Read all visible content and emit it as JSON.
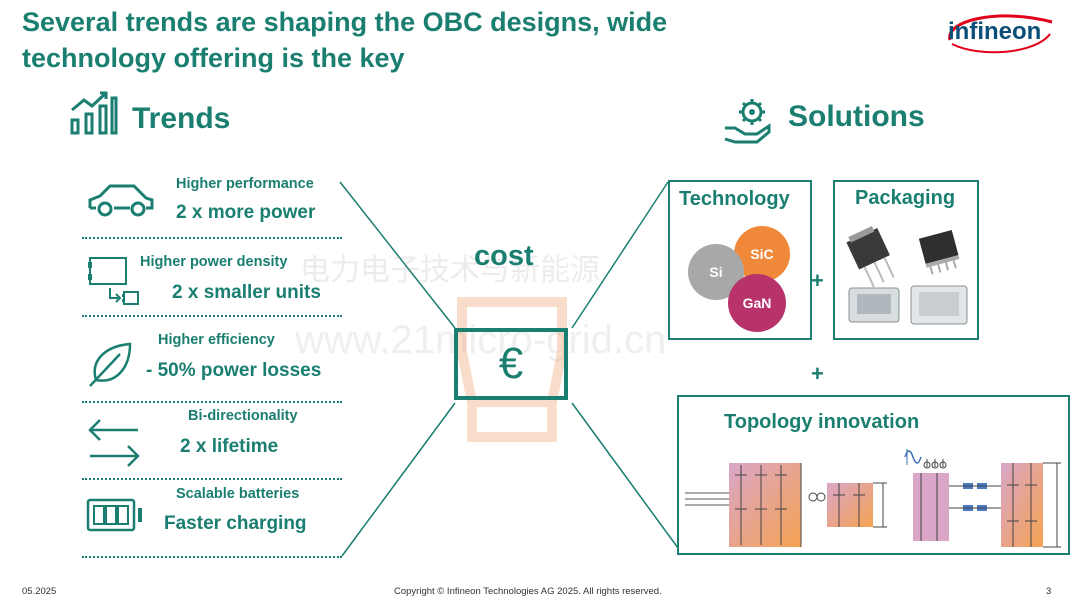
{
  "title": "Several trends are shaping the OBC designs, wide technology offering is the key",
  "title_line1": "Several trends are shaping the OBC designs, wide",
  "title_line2": "technology offering is the key",
  "logo": "infineon",
  "trends": {
    "heading": "Trends",
    "items": [
      {
        "head": "Higher performance",
        "sub": "2 x more power",
        "icon": "car-icon"
      },
      {
        "head": "Higher power density",
        "sub": "2 x smaller units",
        "icon": "shrink-box-icon"
      },
      {
        "head": "Higher efficiency",
        "sub": "- 50% power losses",
        "icon": "leaf-icon"
      },
      {
        "head": "Bi-directionality",
        "sub": "2 x lifetime",
        "icon": "bidirectional-arrows-icon"
      },
      {
        "head": "Scalable batteries",
        "sub": "Faster charging",
        "icon": "battery-icon"
      }
    ]
  },
  "center": {
    "cost_label": "cost",
    "currency_symbol": "€"
  },
  "solutions": {
    "heading": "Solutions",
    "technology": {
      "title": "Technology",
      "materials": [
        "Si",
        "SiC",
        "GaN"
      ]
    },
    "packaging": {
      "title": "Packaging"
    },
    "topology": {
      "title": "Topology innovation"
    },
    "plus": "+"
  },
  "watermark": {
    "line1": "电力电子技术与新能源",
    "line2": "www.21micro-grid.cn"
  },
  "footer": {
    "date": "05.2025",
    "copyright": "Copyright © Infineon Technologies AG 2025. All rights reserved.",
    "page": "3"
  },
  "colors": {
    "primary": "#1a7e70",
    "si": "#a8a8a8",
    "sic": "#f0883a",
    "gan": "#b8336a"
  }
}
